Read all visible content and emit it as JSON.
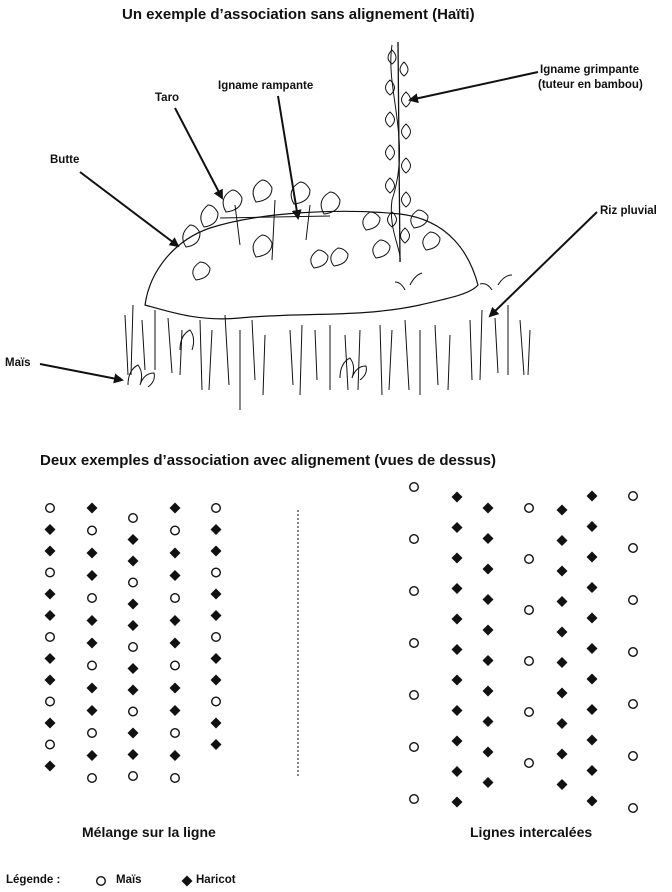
{
  "top": {
    "title": "Un exemple d’association sans alignement (Haïti)",
    "labels": {
      "taro": "Taro",
      "igname_rampante": "Igname rampante",
      "igname_grimpante": "Igname grimpante",
      "tuteur": "(tuteur en bambou)",
      "butte": "Butte",
      "riz": "Riz pluvial",
      "mais": "Maïs"
    }
  },
  "bottom": {
    "title": "Deux exemples d’association avec alignement (vues de dessus)",
    "left_caption": "Mélange sur la ligne",
    "right_caption": "Lignes intercalées"
  },
  "legend": {
    "prefix": "Légende :",
    "circle_label": "Maïs",
    "diamond_label": "Haricot"
  },
  "icons": {
    "circle": "mais-circle-icon",
    "diamond": "haricot-diamond-icon"
  },
  "colors": {
    "ink": "#111111",
    "background": "#ffffff"
  }
}
